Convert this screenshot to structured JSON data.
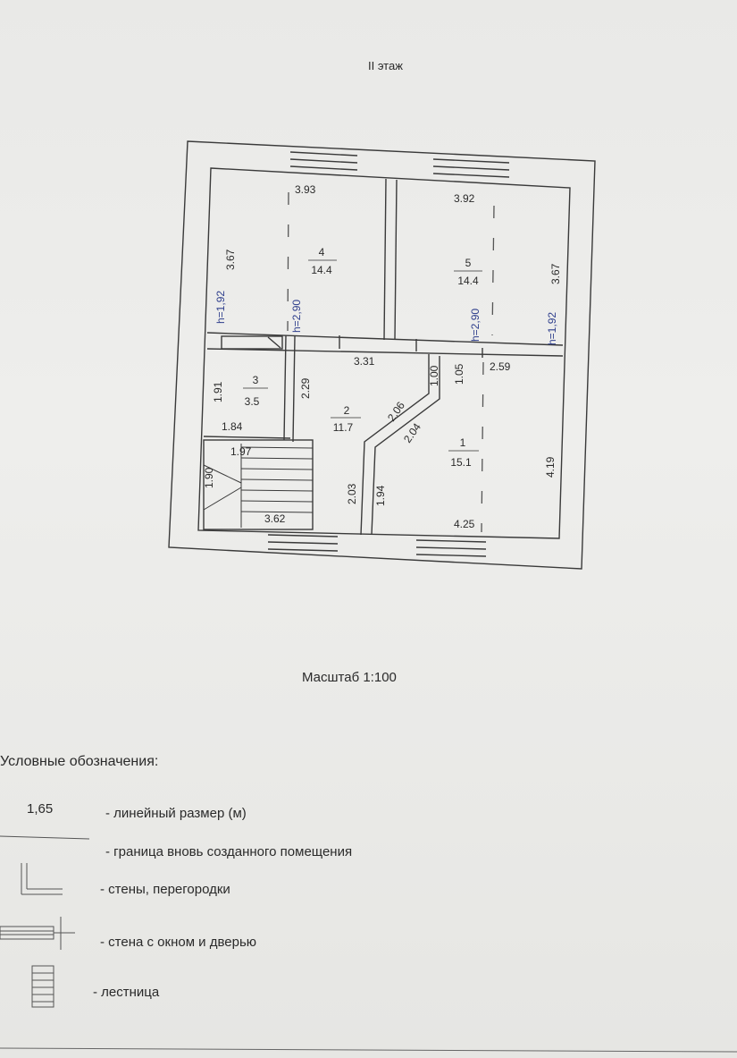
{
  "title": "II этаж",
  "scale": "Масштаб 1:100",
  "rooms": [
    {
      "id": "4",
      "area": "14.4"
    },
    {
      "id": "5",
      "area": "14.4"
    },
    {
      "id": "3",
      "area": "3.5"
    },
    {
      "id": "2",
      "area": "11.7"
    },
    {
      "id": "1",
      "area": "15.1"
    }
  ],
  "dimensions": {
    "d393": "3.93",
    "d392": "3.92",
    "d367a": "3.67",
    "d367b": "3.67",
    "d331": "3.31",
    "d100": "1.00",
    "d105": "1.05",
    "d259": "2.59",
    "d191": "1.91",
    "d229": "2.29",
    "d184": "1.84",
    "d206": "2.06",
    "d204": "2.04",
    "d197": "1.97",
    "d190": "1.90",
    "d203": "2.03",
    "d194": "1.94",
    "d419": "4.19",
    "d362": "3.62",
    "d425": "4.25"
  },
  "heights": {
    "h192a": "h=1,92",
    "h290a": "h=2,90",
    "h290b": "h=2,90",
    "h192b": "h=1,92"
  },
  "height_color": "#2e3e8c",
  "legend": {
    "heading": "Условные обозначения:",
    "sample_value": "1,65",
    "items": [
      "- линейный размер (м)",
      "- граница вновь созданного помещения",
      "- стены, перегородки",
      "- стена с окном и дверью",
      "- лестница"
    ]
  }
}
